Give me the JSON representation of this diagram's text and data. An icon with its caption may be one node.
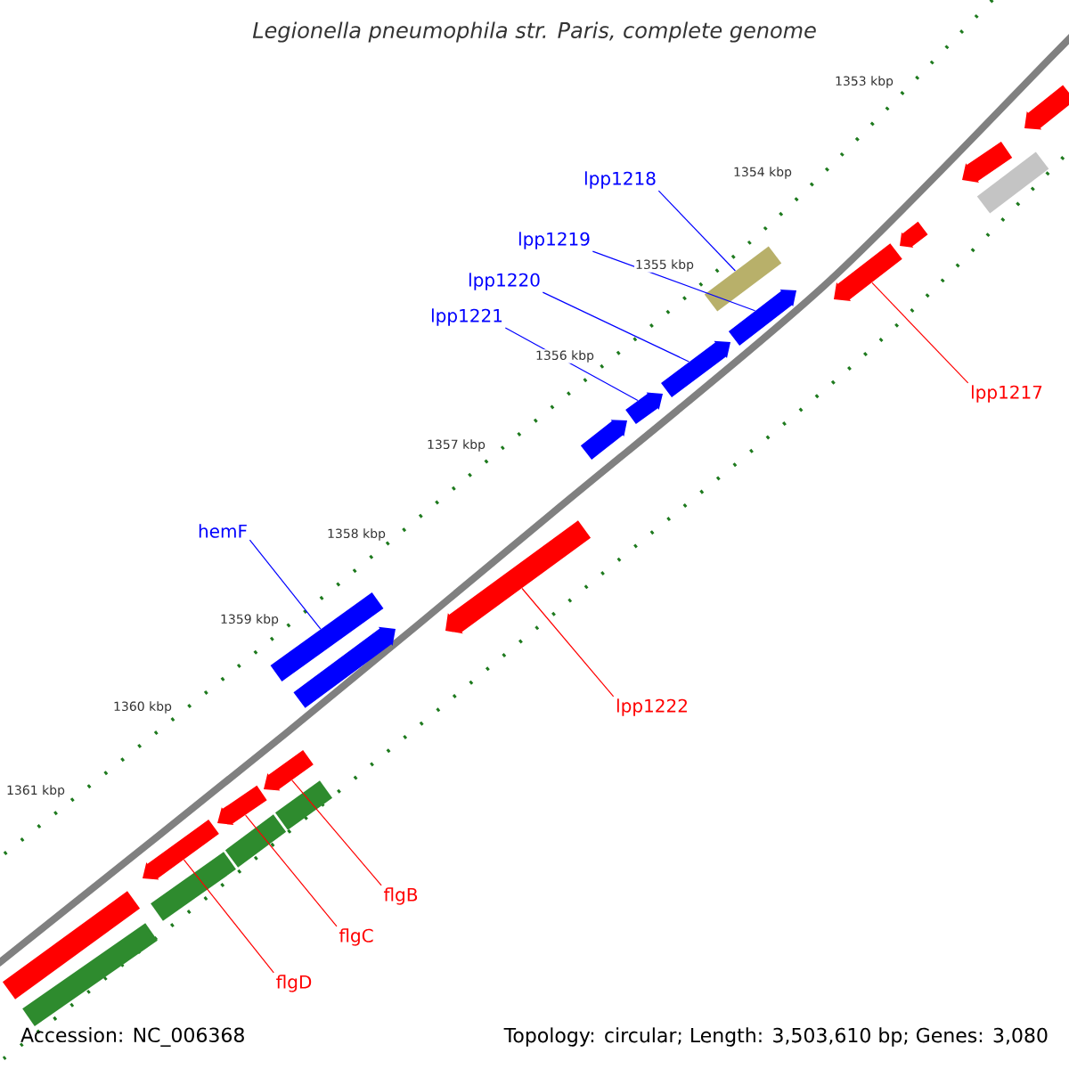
{
  "diagram": {
    "title": "Legionella pneumophila str. Paris, complete genome",
    "nodes": [
      {
        "text": [
          "lpp1218"
        ]
      },
      {
        "text": [
          "lpp1219"
        ]
      },
      {
        "text": [
          "lpp1220"
        ]
      },
      {
        "text": [
          "lpp1221"
        ]
      },
      {
        "text": [
          "lpp1217"
        ]
      },
      {
        "text": [
          "hemF"
        ]
      },
      {
        "text": [
          "lpp1222"
        ]
      },
      {
        "text": [
          "flgB"
        ]
      },
      {
        "text": [
          "flgC"
        ]
      },
      {
        "text": [
          "flgD"
        ]
      },
      {
        "text": [],
        "shape": "box"
      },
      {
        "text": [],
        "shape": "box"
      },
      {
        "text": [],
        "shape": "arrow"
      },
      {
        "text": [],
        "shape": "box"
      },
      {
        "text": [],
        "shape": "arrow"
      },
      {
        "text": [],
        "shape": "box"
      },
      {
        "text": [],
        "shape": "arrow"
      },
      {
        "text": [],
        "shape": "box"
      },
      {
        "text": [],
        "shape": "box"
      },
      {
        "text": [],
        "shape": "arrow"
      },
      {
        "text": [],
        "shape": "arrow"
      },
      {
        "text": [],
        "shape": "arrow"
      },
      {
        "text": [],
        "shape": "arrow"
      },
      {
        "text": [],
        "shape": "arrow"
      },
      {
        "text": [],
        "shape": "box"
      },
      {
        "text": [],
        "shape": "arrow"
      },
      {
        "text": [],
        "shape": "arrow"
      },
      {
        "text": [],
        "shape": "arrow"
      },
      {
        "text": [],
        "shape": "arrow"
      },
      {
        "text": [],
        "shape": "box"
      },
      {
        "text": [],
        "shape": "arrow"
      }
    ],
    "edges": [
      {
        "from": 0,
        "to": 24,
        "arrow": "none",
        "color": "#0000ff"
      },
      {
        "from": 1,
        "to": 25,
        "arrow": "none",
        "color": "#0000ff"
      },
      {
        "from": 2,
        "to": 23,
        "arrow": "none",
        "color": "#0000ff"
      },
      {
        "from": 3,
        "to": 22,
        "arrow": "none",
        "color": "#0000ff"
      },
      {
        "from": 4,
        "to": 26,
        "arrow": "none",
        "color": "#ff0000"
      },
      {
        "from": 5,
        "to": 18,
        "arrow": "none",
        "color": "#0000ff"
      },
      {
        "from": 6,
        "to": 20,
        "arrow": "none",
        "color": "#ff0000"
      },
      {
        "from": 7,
        "to": 16,
        "arrow": "none",
        "color": "#ff0000"
      },
      {
        "from": 8,
        "to": 14,
        "arrow": "none",
        "color": "#ff0000"
      },
      {
        "from": 9,
        "to": 12,
        "arrow": "none",
        "color": "#ff0000"
      }
    ],
    "labels": [
      "1353 kbp",
      "1354 kbp",
      "1355 kbp",
      "1356 kbp",
      "1357 kbp",
      "1358 kbp",
      "1359 kbp",
      "1360 kbp",
      "1361 kbp",
      "Accession: NC_006368",
      "Topology: circular; Length: 3,503,610 bp; Genes: 3,080"
    ]
  }
}
